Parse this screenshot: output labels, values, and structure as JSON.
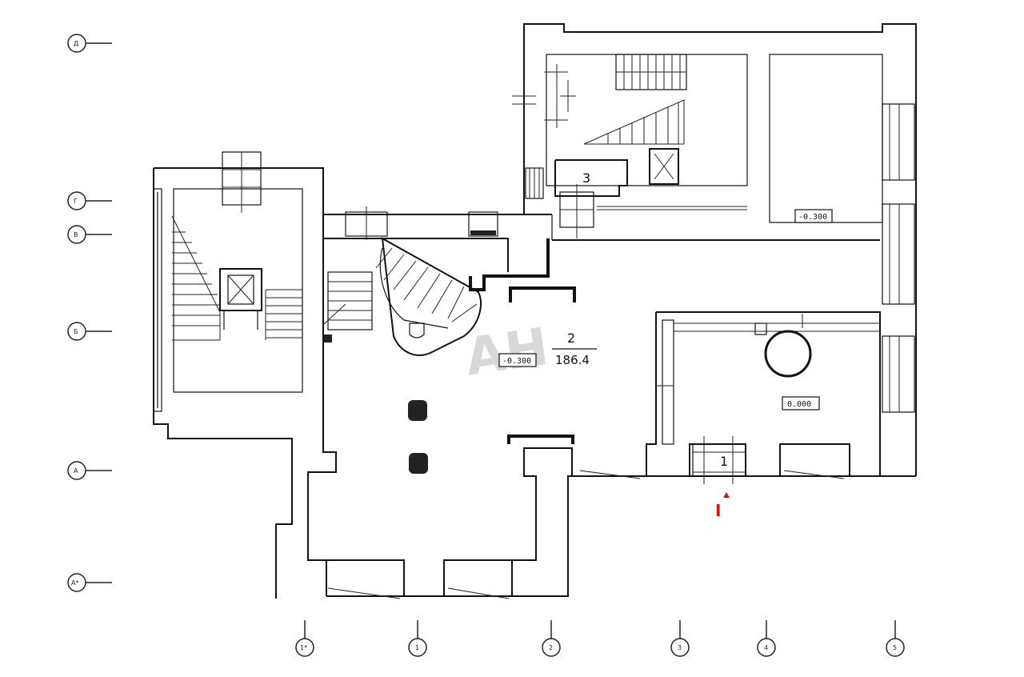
{
  "plan": {
    "rooms": [
      {
        "number": "1"
      },
      {
        "number": "2",
        "area": "186.4"
      },
      {
        "number": "3"
      }
    ],
    "levels": [
      "-0.300",
      "-0.300",
      "0.000"
    ],
    "axes_rows": [
      "Д",
      "Г",
      "В",
      "Б",
      "А",
      "А*"
    ],
    "axes_columns": [
      "1*",
      "1",
      "2",
      "3",
      "4",
      "5"
    ],
    "section_mark": "I",
    "watermark": "АН",
    "colors": {
      "line": "#111111",
      "section": "#dd1111",
      "watermark": "#d8d8d8"
    }
  }
}
